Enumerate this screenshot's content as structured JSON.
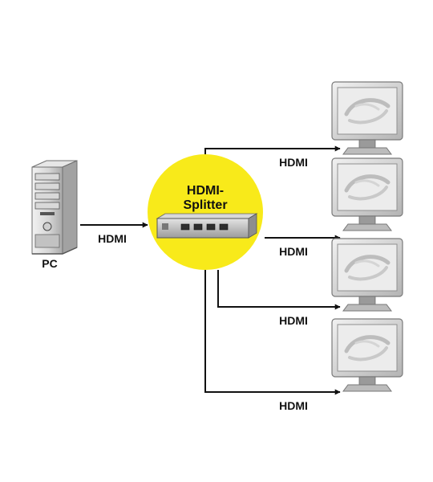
{
  "diagram": {
    "source": {
      "label": "PC",
      "icon": "pc-tower-icon"
    },
    "hub": {
      "label_line1": "HDMI-",
      "label_line2": "Splitter",
      "icon": "hdmi-splitter-box-icon",
      "port_count": 4
    },
    "input_link": {
      "label": "HDMI"
    },
    "outputs": [
      {
        "label": "HDMI",
        "icon": "monitor-icon"
      },
      {
        "label": "HDMI",
        "icon": "monitor-icon"
      },
      {
        "label": "HDMI",
        "icon": "monitor-icon"
      },
      {
        "label": "HDMI",
        "icon": "monitor-icon"
      }
    ],
    "colors": {
      "hub_circle": "#f8ea1a",
      "line": "#111111",
      "metal": "#c4c4c4",
      "screen": "#e6e6e6"
    }
  }
}
